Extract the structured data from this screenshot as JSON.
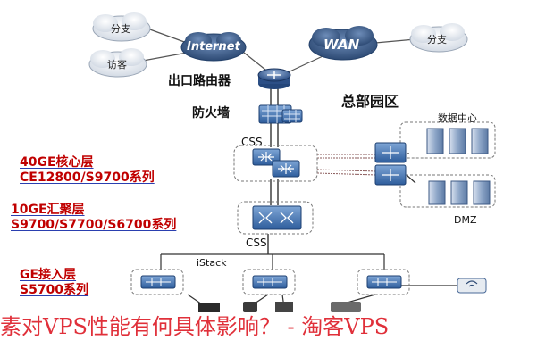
{
  "clouds": {
    "branch_left": "分支",
    "visitor": "访客",
    "internet": "Internet",
    "wan": "WAN",
    "branch_right": "分支"
  },
  "labels": {
    "exit_router": "出口路由器",
    "firewall": "防火墙",
    "campus": "总部园区",
    "datacenter": "数据中心",
    "dmz": "DMZ",
    "css_top": "CSS",
    "css_mid": "CSS",
    "istack": "iStack"
  },
  "layers": {
    "core_line1": "40GE核心层",
    "core_line2": "CE12800/S9700系列",
    "agg_line1": "10GE汇聚层",
    "agg_line2": "S9700/S7700/S6700系列",
    "access_line1": "GE接入层",
    "access_line2": "S5700系列"
  },
  "caption": "素对VPS性能有何具体影响？ - 淘客VPS",
  "colors": {
    "layer_text": "#c00000",
    "underline": "#2a3fb0",
    "cloud_dark": "#3b5a86",
    "cloud_light": "#e6ebf1",
    "caption": "#e0303a"
  }
}
